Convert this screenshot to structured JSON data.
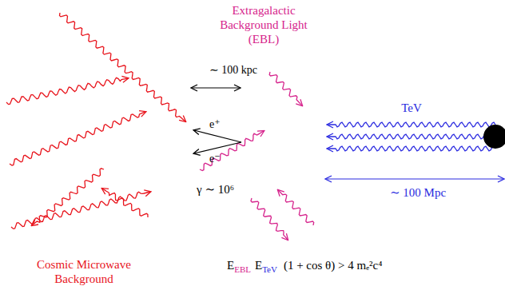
{
  "diagram": {
    "labels": [
      "Extragalactic Background Light (EBL)",
      "∼ 100 kpc",
      "e⁺",
      "e⁻",
      "γ ∼ 10⁶",
      "TeV",
      "∼ 100 Mpc",
      "Cosmic Microwave Background",
      "E",
      "EBL",
      "E",
      "TeV",
      "(1 + cos θ) > 4 mₑ²c⁴"
    ]
  }
}
